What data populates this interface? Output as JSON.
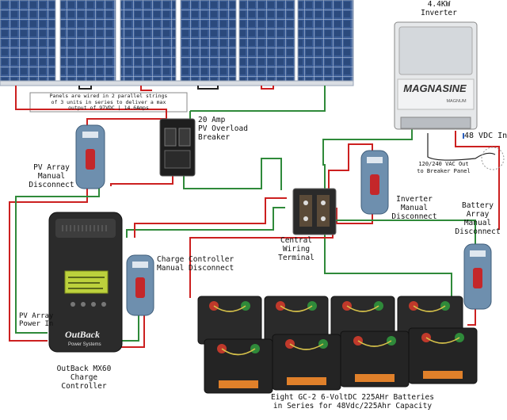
{
  "labels": {
    "inverter_title": [
      "4.4KW",
      "Inverter"
    ],
    "inverter_brand": "MAGNASINE",
    "inverter_brand_sub": "MAGNUM",
    "panels_note": [
      "Panels are wired in 2 parallel strings",
      "of 3 units in series to deliver a max",
      "output of 97VDC | 14.6Amps"
    ],
    "breaker": [
      "20 Amp",
      "PV Overload",
      "Breaker"
    ],
    "pv_disconnect": [
      "PV Array",
      "Manual",
      "Disconnect"
    ],
    "vdc48": "48 VDC In",
    "vac_out": [
      "120/240 VAC Out",
      "to Breaker Panel"
    ],
    "inverter_disconnect": [
      "Inverter",
      "Manual",
      "Disconnect"
    ],
    "battery_disconnect": [
      "Battery",
      "Array",
      "Manual",
      "Disconnect"
    ],
    "central_terminal": [
      "Central",
      "Wiring",
      "Terminal"
    ],
    "charge_disconnect": [
      "Charge Controller",
      "Manual Disconnect"
    ],
    "pv_power_in": [
      "PV Array",
      "Power In"
    ],
    "controller_brand": [
      "OutBack",
      "Power Systems"
    ],
    "controller": [
      "OutBack MX60",
      "Charge",
      "Controller"
    ],
    "batteries": [
      "Eight GC-2 6-VoltDC 225AHr Batteries",
      "in Series for 48Vdc/225Ahr Capacity"
    ]
  },
  "colors": {
    "wire_red": "#cc2020",
    "wire_green": "#2f8a3a",
    "wire_blue": "#2a5fbf",
    "panel": "#2d4f86",
    "battery": "#2a2a2a"
  }
}
